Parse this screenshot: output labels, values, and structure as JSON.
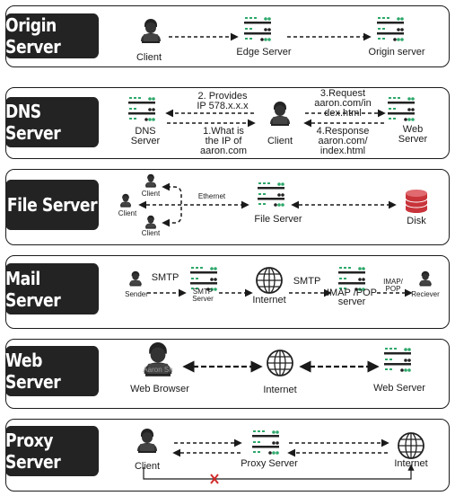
{
  "rows": [
    {
      "label": "Origin Server",
      "texts": {
        "client": "Client",
        "edge": "Edge Server",
        "origin": "Origin server"
      }
    },
    {
      "label": "DNS Server",
      "texts": {
        "dns": "DNS\nServer",
        "provides": "2. Provides\nIP 578.x.x.x",
        "what": "1.What is\nthe IP of\naaron.com",
        "client": "Client",
        "request": "3.Request\naaron.com/in\ndex.html",
        "response": "4.Response\naaron.com/\nindex.html",
        "web": "Web\nServer"
      }
    },
    {
      "label": "File Server",
      "texts": {
        "client_top": "Client",
        "client_left": "Client",
        "client_bottom": "Client",
        "ethernet": "Ethernet",
        "file": "File Server",
        "disk": "Disk"
      }
    },
    {
      "label": "Mail Server",
      "texts": {
        "smtp1": "SMTP",
        "sender": "Sender",
        "smtp_server": "SMTP\nServer",
        "internet": "Internet",
        "smtp2": "SMTP",
        "imap_server": "IMAP /POP\nserver",
        "imap_pop": "IMAP/\nPOP",
        "receiver": "Reciever"
      }
    },
    {
      "label": "Web Server",
      "texts": {
        "avatar_name": "Aaron Sh",
        "browser": "Web Browser",
        "internet": "Internet",
        "web": "Web Server"
      }
    },
    {
      "label": "Proxy Server",
      "texts": {
        "client": "Client",
        "proxy": "Proxy Server",
        "internet": "Internet"
      }
    }
  ],
  "colors": {
    "label_bg": "#232323",
    "server_accent": "#2ea86a",
    "disk": "#c8343a",
    "blocked_mark": "#d22b2b"
  }
}
